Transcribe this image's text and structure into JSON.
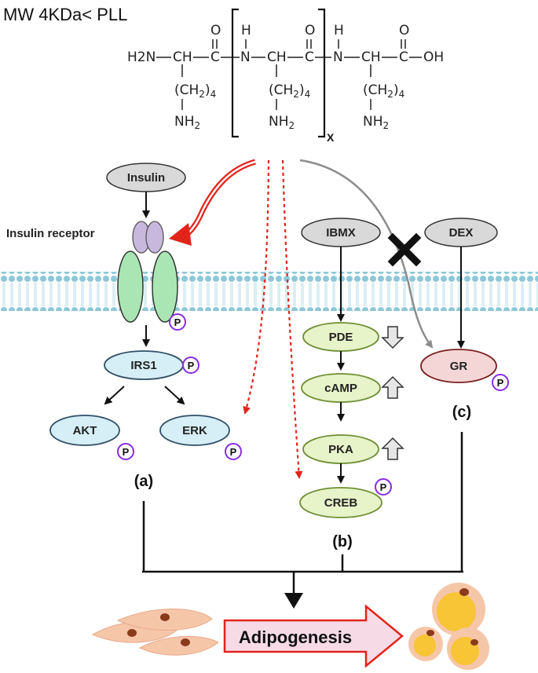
{
  "header": {
    "title": "MW 4KDa< PLL"
  },
  "chem": {
    "h2n": "H2N",
    "ch": "CH",
    "c": "C",
    "o": "O",
    "n": "N",
    "h": "H",
    "oh": "OH",
    "ch2": "(CH",
    "sub2": "2",
    "paren4": ")",
    "sub4": "4",
    "nh2": "NH",
    "repeat": "X"
  },
  "nodes": {
    "insulin": "Insulin",
    "insulin_receptor": "Insulin receptor",
    "irs1": "IRS1",
    "akt": "AKT",
    "erk": "ERK",
    "ibmx": "IBMX",
    "pde": "PDE",
    "camp": "cAMP",
    "pka": "PKA",
    "creb": "CREB",
    "dex": "DEX",
    "gr": "GR",
    "phospho": "P",
    "outcome": "Adipogenesis"
  },
  "labels": {
    "a": "(a)",
    "b": "(b)",
    "c": "(c)"
  },
  "colors": {
    "membrane": "#8ec8d8",
    "insulin_receptor_top": "#c9b8de",
    "insulin_receptor_body": "#a9e6b4",
    "signal_blue": "#d6eef6",
    "signal_green": "#e7f3c9",
    "gr_pink": "#f5d6d6",
    "gray_node": "#d9d9d9",
    "red_arrow": "#e2231a",
    "phospho_ring": "#8a2be2",
    "cell": "#f6c6a9",
    "nucleus": "#8a3b1c",
    "fat": "#f7c535",
    "outcome_fill": "#f6dbe7"
  },
  "indicators": {
    "pde": "down",
    "camp": "up",
    "pka": "up"
  }
}
